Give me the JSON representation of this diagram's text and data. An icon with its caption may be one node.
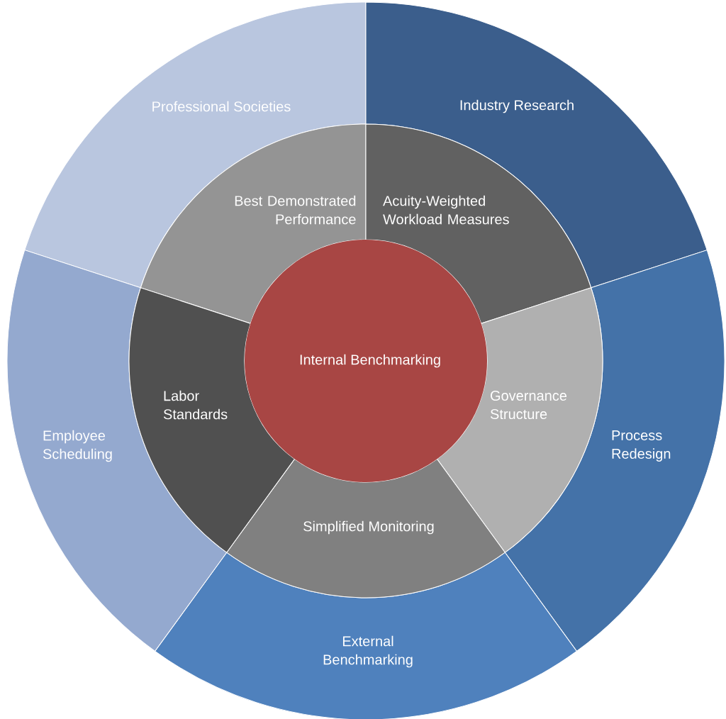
{
  "diagram": {
    "nodes": [
      {
        "text": [
          "Professional Societies"
        ]
      },
      {
        "text": [
          "Industry Research"
        ]
      },
      {
        "text": [
          "Process Redesign"
        ]
      },
      {
        "text": [
          "External Benchmarking"
        ]
      },
      {
        "text": [
          "Employee Scheduling"
        ]
      },
      {
        "text": [
          "Best Demonstrated Performance"
        ]
      },
      {
        "text": [
          "Acuity-Weighted Workload Measures"
        ]
      },
      {
        "text": [
          "Governance Structure"
        ]
      },
      {
        "text": [
          "Simplified Monitoring"
        ]
      },
      {
        "text": [
          "Labor Standards"
        ]
      },
      {
        "text": [
          "Internal Benchmarking"
        ]
      }
    ]
  }
}
